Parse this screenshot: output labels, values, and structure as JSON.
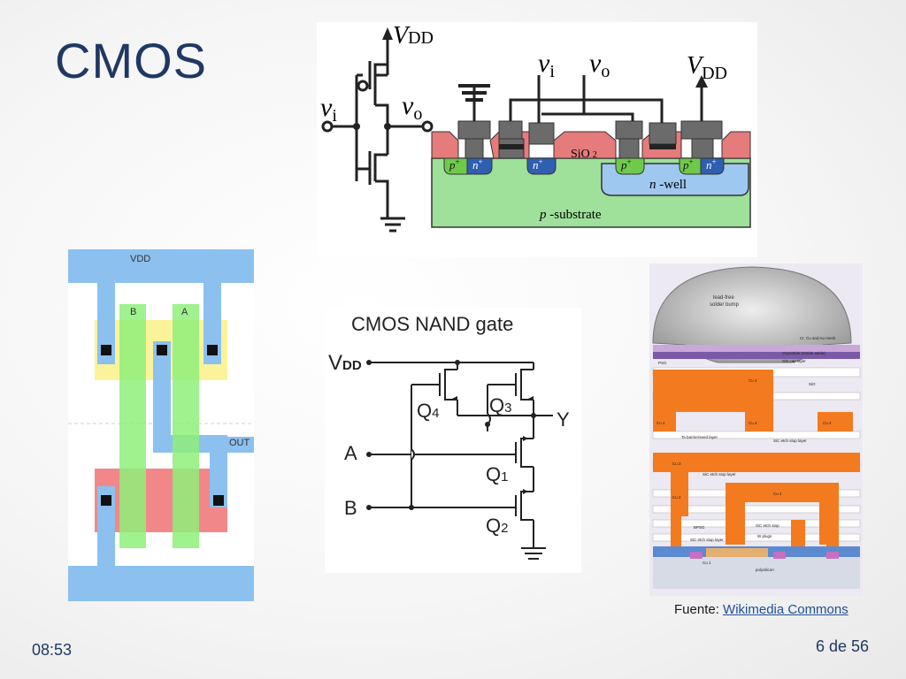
{
  "slide": {
    "title": "CMOS",
    "time": "08:53",
    "page": "6 de 56"
  },
  "source": {
    "prefix": "Fuente: ",
    "link_text": "Wikimedia Commons"
  },
  "cross_section": {
    "vdd_left": "V",
    "vdd_left_sub": "DD",
    "vi": "v",
    "vi_sub": "i",
    "vo": "v",
    "vo_sub": "o",
    "top_vi": "v",
    "top_vi_sub": "i",
    "top_vo": "v",
    "top_vo_sub": "o",
    "vdd_right": "V",
    "vdd_right_sub": "DD",
    "sio2": "SiO",
    "sio2_sub": "2",
    "p_plus": "p",
    "n_plus": "n",
    "plus": "+",
    "nwell_italic": "n",
    "nwell_rest": " -well",
    "psub_italic": "p",
    "psub_rest": " -substrate"
  },
  "layout": {
    "vdd": "VDD",
    "b": "B",
    "a": "A",
    "out": "OUT"
  },
  "nand": {
    "title": "CMOS  NAND gate",
    "vdd": "V",
    "vdd_sub": "DD",
    "q4": "Q",
    "q4_sub": "4",
    "q3": "Q",
    "q3_sub": "3",
    "q1": "Q",
    "q1_sub": "1",
    "q2": "Q",
    "q2_sub": "2",
    "y": "Y",
    "a": "A",
    "b": "B"
  },
  "interconnect": {
    "bump": "lead-free",
    "bump2": "solder bump",
    "labels": [
      "Cr, Cu and Au mesh",
      "Oxynitride (nitride oxide)",
      "SiN cap layer",
      "PSG",
      "Cu 4",
      "SiO",
      "Cu 4",
      "Cu 4",
      "Cu 4",
      "Ta barrier/seed layer",
      "SiC etch stop layer",
      "Cu 3",
      "SiC etch stop layer",
      "Cu 2",
      "Cu 2",
      "SiC etch stop layer",
      "BPSG",
      "SiC etch stop",
      "W plugs",
      "Cu 1",
      "polysilicon"
    ]
  },
  "colors": {
    "title": "#1f3864",
    "oxide": "#e57b7b",
    "psubstrate": "#9fe09a",
    "nwell": "#9fc8f0",
    "pplus": "#6fc94b",
    "nplus": "#2f5fb0",
    "metal": "#6b6b6b",
    "layout_metal": "#8cc0ef",
    "layout_poly": "#8ff07a",
    "layout_pdiff": "#fbf39a",
    "layout_ndiff": "#f2878a",
    "copper": "#f47a1f"
  }
}
